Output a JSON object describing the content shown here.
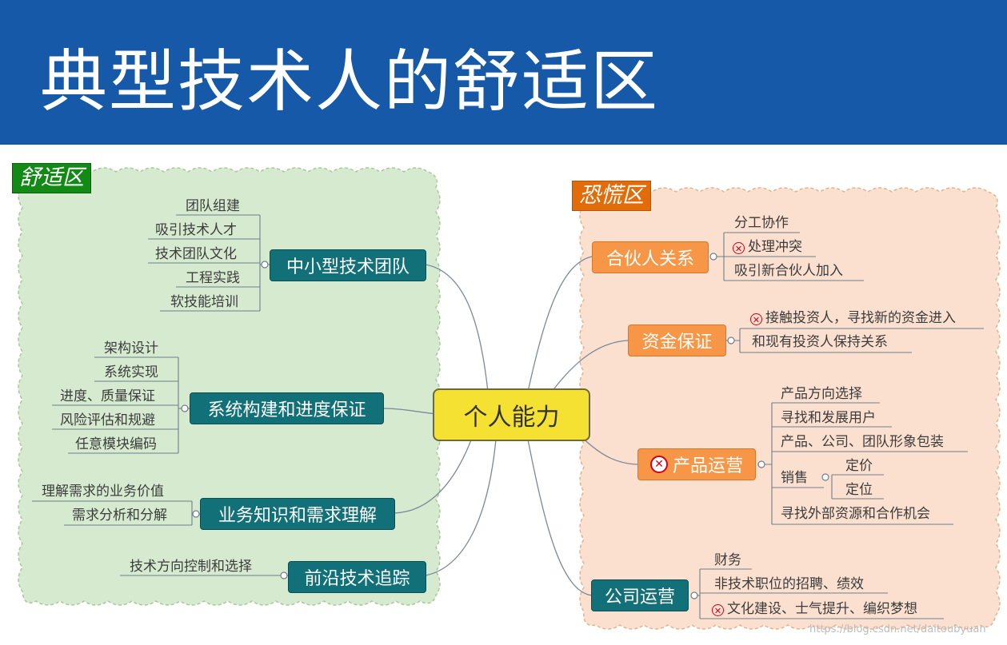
{
  "title": "典型技术人的舒适区",
  "zones": {
    "comfort_label": "舒适区",
    "panic_label": "恐慌区"
  },
  "center": "个人能力",
  "left_branches": [
    {
      "label": "中小型技术团队",
      "leaves": [
        "团队组建",
        "吸引技术人才",
        "技术团队文化",
        "工程实践",
        "软技能培训"
      ]
    },
    {
      "label": "系统构建和进度保证",
      "leaves": [
        "架构设计",
        "系统实现",
        "进度、质量保证",
        "风险评估和规避",
        "任意模块编码"
      ]
    },
    {
      "label": "业务知识和需求理解",
      "leaves": [
        "理解需求的业务价值",
        "需求分析和分解"
      ]
    },
    {
      "label": "前沿技术追踪",
      "leaves": [
        "技术方向控制和选择"
      ]
    }
  ],
  "right_branches": [
    {
      "label": "合伙人关系",
      "leaves": [
        "分工协作",
        "处理冲突",
        "吸引新合伙人加入"
      ]
    },
    {
      "label": "资金保证",
      "leaves": [
        "接触投资人，寻找新的资金进入",
        "和现有投资人保持关系"
      ]
    },
    {
      "label": "产品运营",
      "leaves": [
        "产品方向选择",
        "寻找和发展用户",
        "产品、公司、团队形象包装",
        "销售",
        "寻找外部资源和合作机会"
      ],
      "sub": [
        "定价",
        "定位"
      ]
    },
    {
      "label": "公司运营",
      "leaves": [
        "财务",
        "非技术职位的招聘、绩效",
        "文化建设、士气提升、编织梦想"
      ]
    }
  ],
  "markers": {
    "icon": "x-circle-icon",
    "glyph": "✕"
  },
  "watermark": "https://blog.csdn.net/daitoubyuan",
  "colors": {
    "banner": "#1559a8",
    "comfort_bg": "#d6ead0",
    "panic_bg": "#fbe0cf",
    "teal": "#127079",
    "orange": "#f79646",
    "center": "#f5e132"
  }
}
